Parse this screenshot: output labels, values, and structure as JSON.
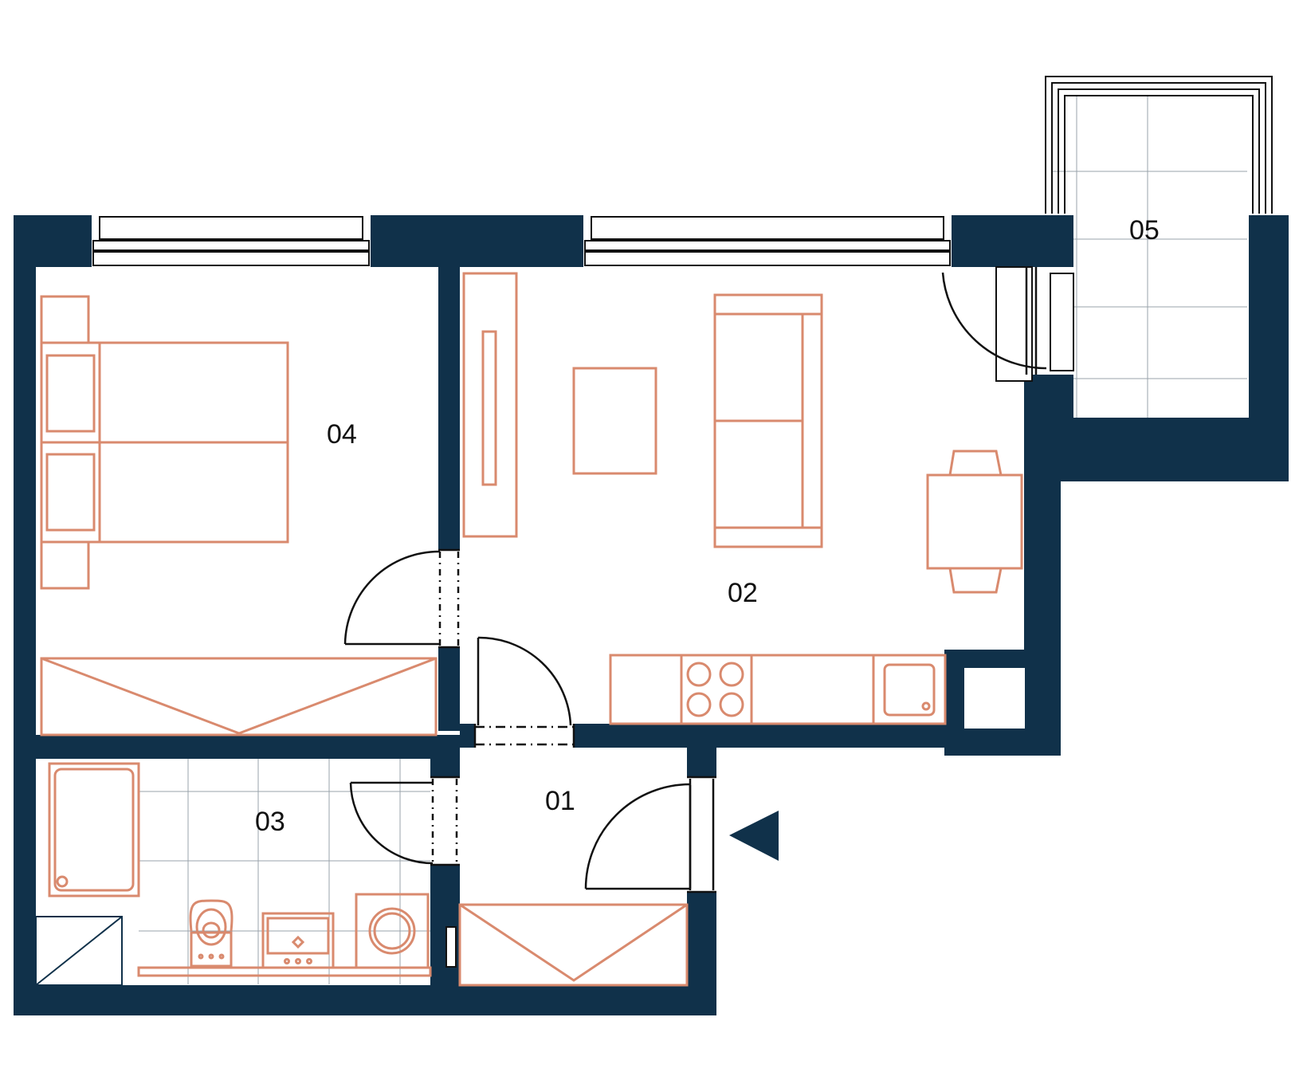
{
  "colors": {
    "wall": "#10314a",
    "furniture": "#d98a6e",
    "line": "#111111",
    "grid": "#9aa3ab",
    "background": "#ffffff"
  },
  "rooms": [
    {
      "id": "01",
      "label": "01"
    },
    {
      "id": "02",
      "label": "02"
    },
    {
      "id": "03",
      "label": "03"
    },
    {
      "id": "04",
      "label": "04"
    },
    {
      "id": "05",
      "label": "05"
    }
  ],
  "icons": {
    "entrance": "entrance-arrow-icon",
    "toilet": "toilet-icon",
    "washer": "washing-machine-icon",
    "sink": "sink-icon",
    "cooktop": "cooktop-icon",
    "bathtub": "bathtub-icon",
    "shaft": "utility-shaft-icon"
  }
}
